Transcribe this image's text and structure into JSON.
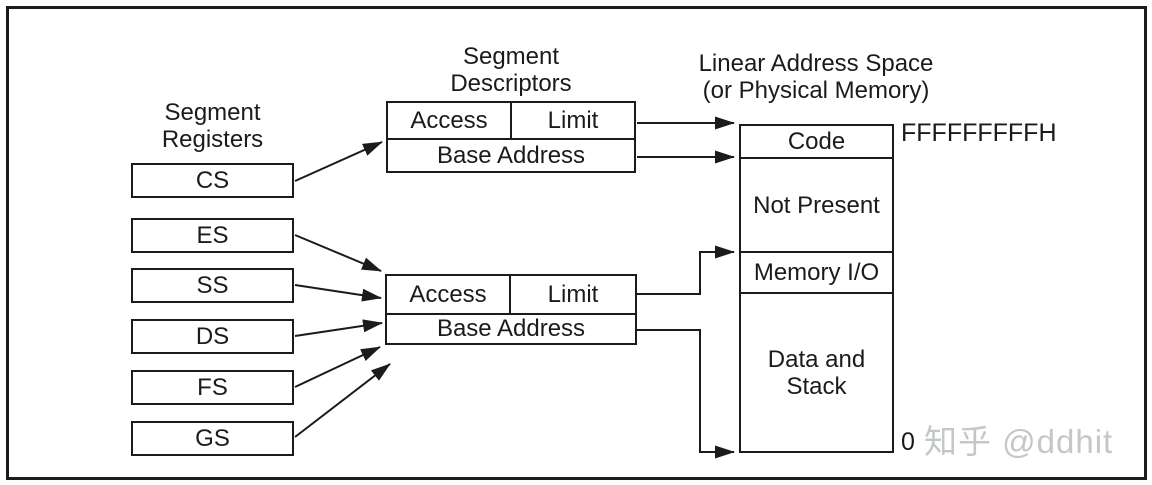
{
  "colors": {
    "ink": "#1b1b1b",
    "background": "#ffffff",
    "watermark_gray": "#c4c7c7"
  },
  "segment_registers": {
    "title": "Segment Registers",
    "title_lines": [
      "Segment",
      "Registers"
    ],
    "items": [
      "CS",
      "ES",
      "SS",
      "DS",
      "FS",
      "GS"
    ]
  },
  "segment_descriptors": {
    "title": "Segment Descriptors",
    "title_lines": [
      "Segment",
      "Descriptors"
    ],
    "tables": [
      {
        "access": "Access",
        "limit": "Limit",
        "base": "Base Address"
      },
      {
        "access": "Access",
        "limit": "Limit",
        "base": "Base Address"
      }
    ]
  },
  "linear_address_space": {
    "title": "Linear Address Space (or Physical Memory)",
    "title_lines": [
      "Linear Address Space",
      "(or Physical Memory)"
    ],
    "sections": [
      "Code",
      "Not Present",
      "Memory I/O",
      "Data and Stack"
    ],
    "top_address": "FFFFFFFFFH",
    "bottom_address": "0"
  },
  "watermark": {
    "text": "知乎 @ddhit"
  }
}
